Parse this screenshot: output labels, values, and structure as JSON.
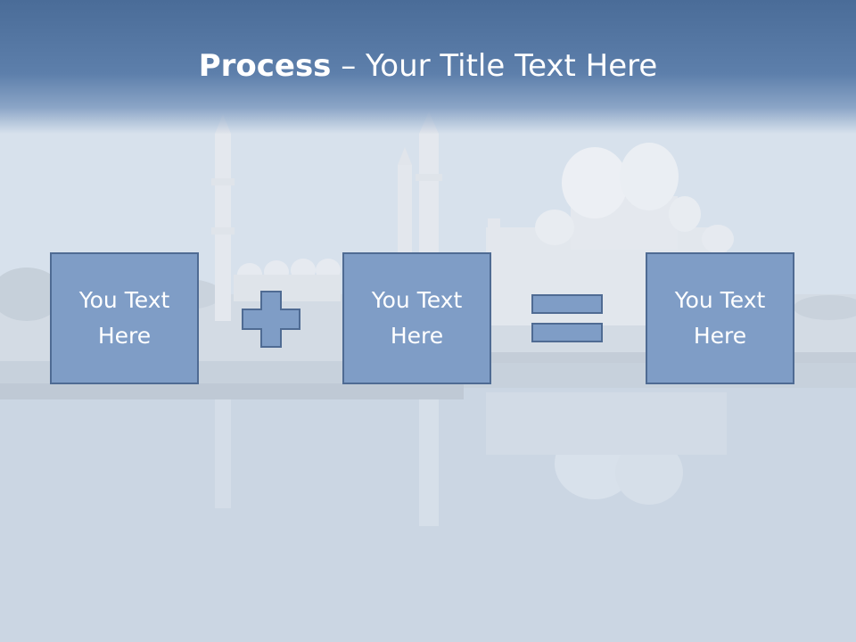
{
  "slide": {
    "title_bold": "Process",
    "title_rest": " – Your Title Text Here",
    "boxes": [
      "You Text\nHere",
      "You Text\nHere",
      "You Text\nHere"
    ],
    "operators": [
      "plus-icon",
      "equals-icon"
    ],
    "colors": {
      "title_band": "#4a6c98",
      "box_fill": "#7f9dc6",
      "box_border": "#4f6b93",
      "text": "#ffffff"
    }
  }
}
